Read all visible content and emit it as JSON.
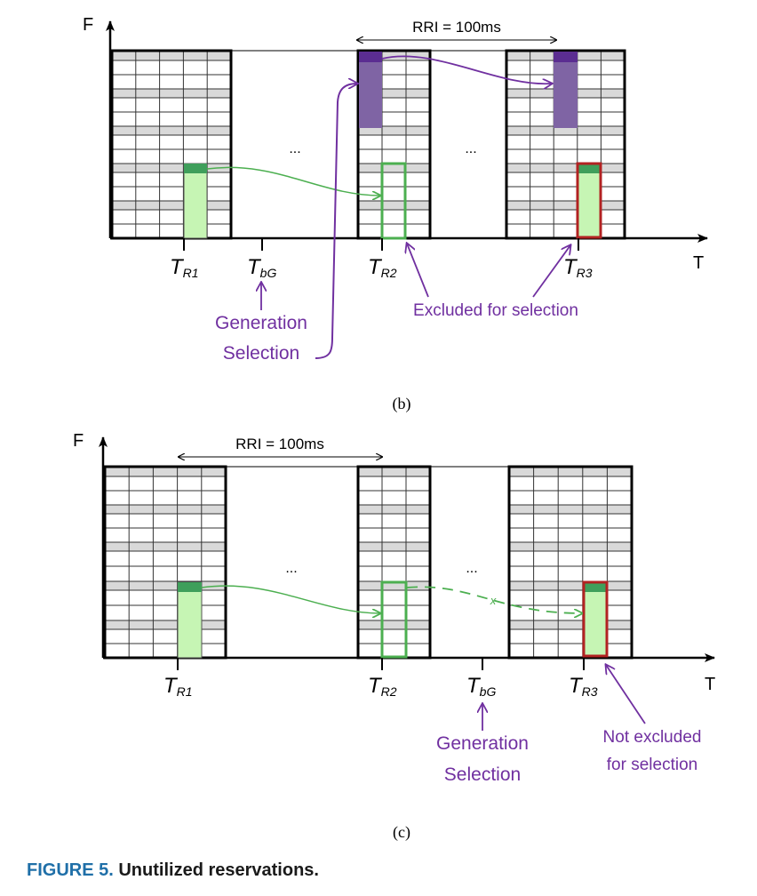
{
  "panel_b": {
    "axis_f": "F",
    "axis_t": "T",
    "rri": "RRI = 100ms",
    "ellipsis_1": "...",
    "ellipsis_2": "...",
    "t_r1": {
      "main": "T",
      "sub": "R1"
    },
    "t_bg": {
      "main": "T",
      "sub": "bG"
    },
    "t_r2": {
      "main": "T",
      "sub": "R2"
    },
    "t_r3": {
      "main": "T",
      "sub": "R3"
    },
    "gen_line1": "Generation",
    "gen_line2": "Selection",
    "excluded": "Excluded for selection",
    "sublabel": "(b)"
  },
  "panel_c": {
    "axis_f": "F",
    "axis_t": "T",
    "rri": "RRI = 100ms",
    "ellipsis_1": "...",
    "ellipsis_2": "...",
    "t_r1": {
      "main": "T",
      "sub": "R1"
    },
    "t_r2": {
      "main": "T",
      "sub": "R2"
    },
    "t_bg": {
      "main": "T",
      "sub": "bG"
    },
    "t_r3": {
      "main": "T",
      "sub": "R3"
    },
    "gen_line1": "Generation",
    "gen_line2": "Selection",
    "not_excluded_line1": "Not excluded",
    "not_excluded_line2": "for selection",
    "cross_mark": "x",
    "sublabel": "(c)"
  },
  "caption": {
    "figure_no": "FIGURE 5.",
    "text": "Unutilized reservations."
  },
  "colors": {
    "purple": "#7030a0",
    "purple_fill": "#7f64a4",
    "purple_dark": "#5b2d91",
    "green_line": "#4caf50",
    "green_fill": "#c6f5b4",
    "green_dark": "#3f9f5b",
    "red_outline": "#b22222",
    "grid_band": "#d9d9d9",
    "caption_blue": "#1f6fa8"
  }
}
